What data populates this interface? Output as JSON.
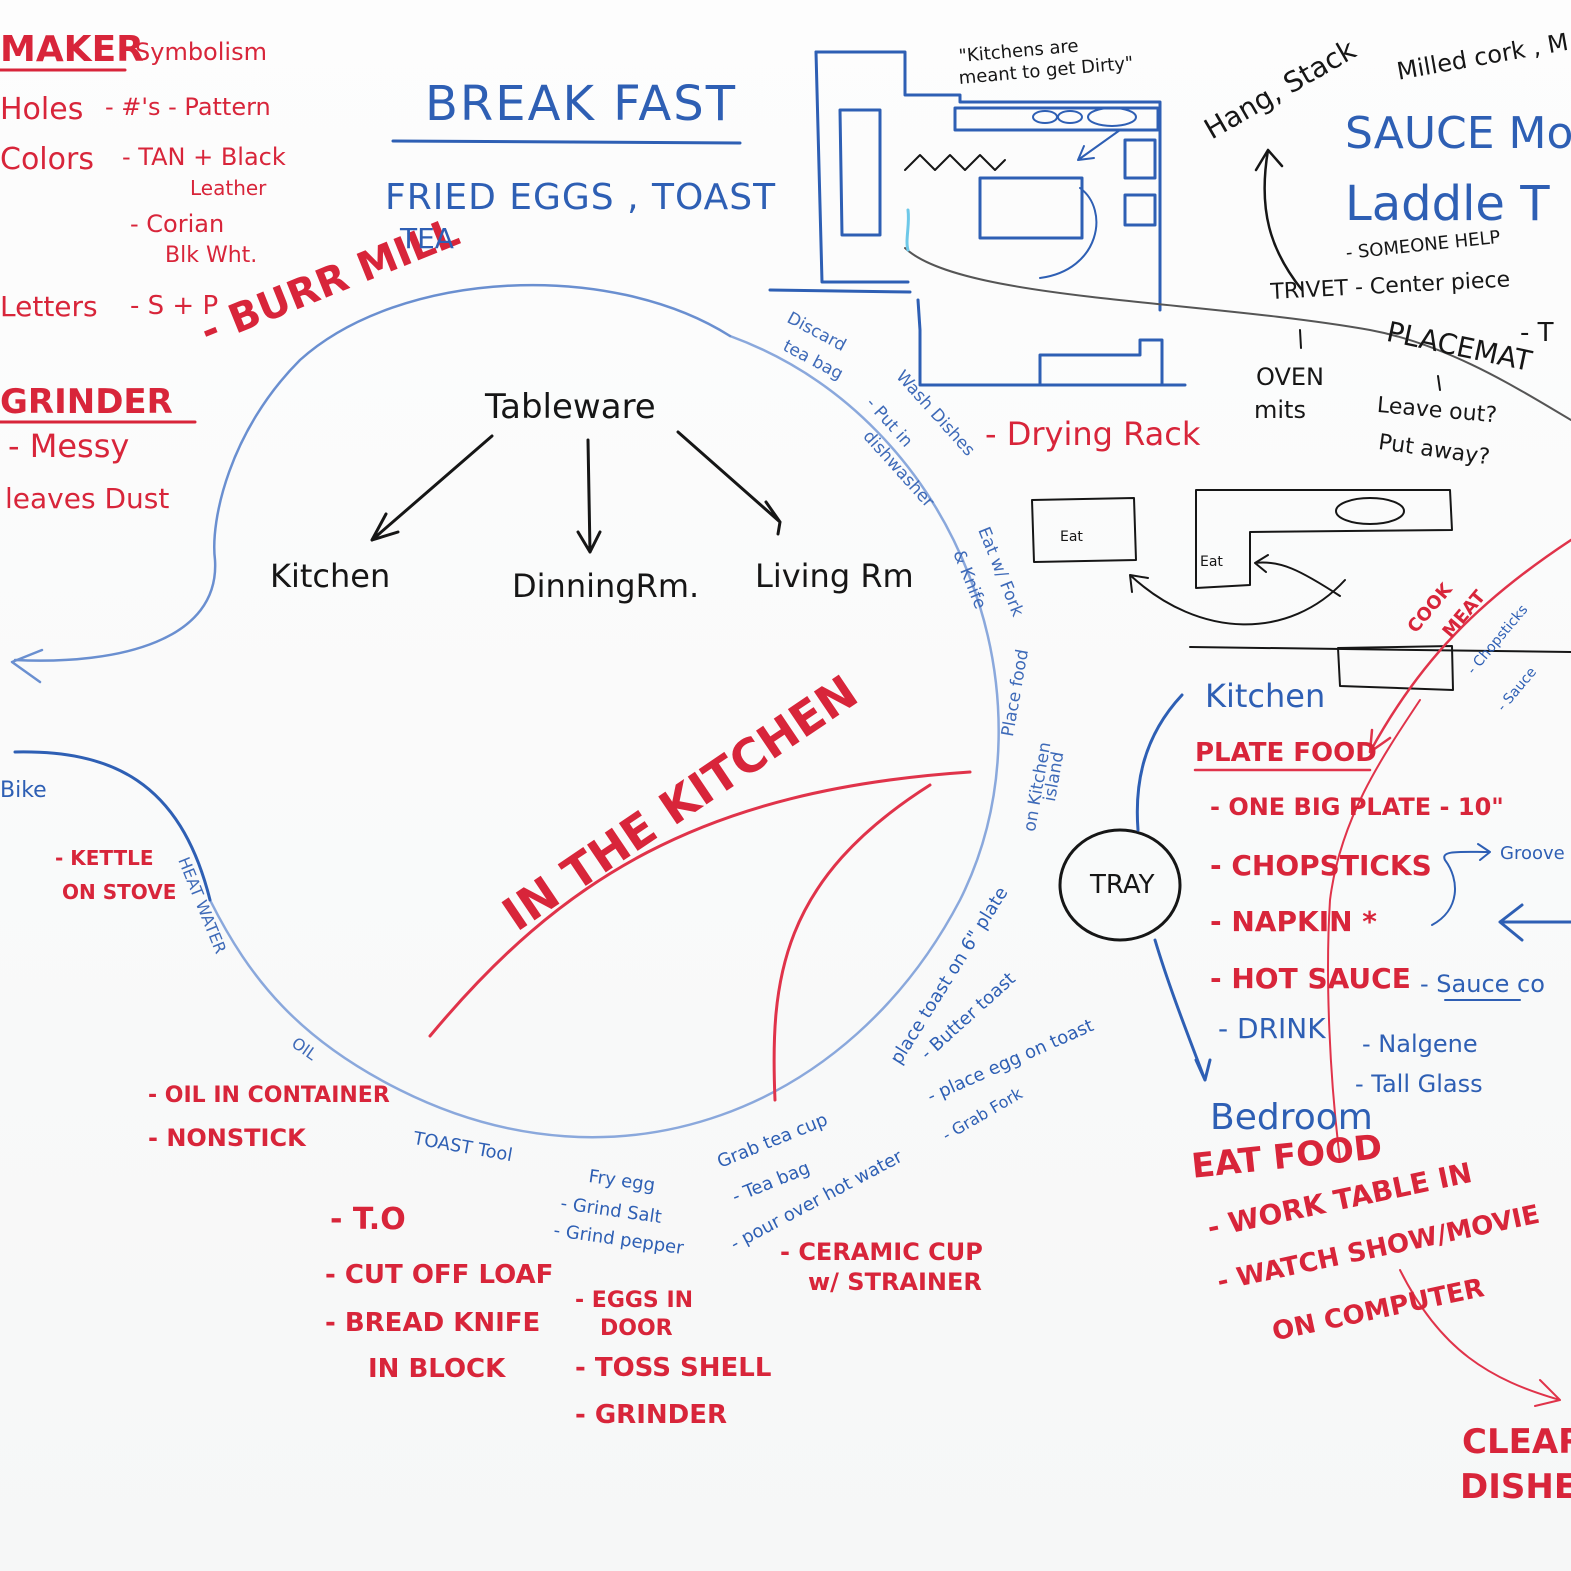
{
  "colors": {
    "red": "#d8253a",
    "blue": "#2e5fb4",
    "light_blue": "#6a8fd0",
    "black": "#161616",
    "board": "#fbfbfb"
  },
  "left": {
    "maker": "MAKER",
    "symbolism": "Symbolism",
    "holes": "Holes",
    "holes_pattern": "- #'s - Pattern",
    "colors_lbl": "Colors",
    "colors_val": "- TAN + Black",
    "leather": "Leather",
    "corian": "- Corian",
    "blk_wht": "Blk Wht.",
    "letters": "Letters",
    "letters_val": "- S + P",
    "grinder": "GRINDER",
    "burr_mill": "- BURR MILL",
    "messy": "- Messy",
    "leaves_dust": "leaves Dust",
    "bike": "Bike",
    "kettle": "- KETTLE",
    "on_stove": "ON STOVE",
    "heat_water": "HEAT WATER",
    "oil": "OIL",
    "oil_container": "- OIL IN CONTAINER",
    "nonstick": "- NONSTICK"
  },
  "top": {
    "breakfast": "BREAK FAST",
    "fried": "FRIED EGGS , TOAST",
    "tea": "TEA"
  },
  "tableware": {
    "root": "Tableware",
    "kitchen": "Kitchen",
    "dining": "DinningRm.",
    "living": "Living Rm"
  },
  "cycle": {
    "in_kitchen": "IN THE KITCHEN",
    "discard": "Discard",
    "tea_bag": "tea bag",
    "wash1": "Wash Dishes",
    "wash2": "- Put in",
    "wash3": "dishwasher",
    "eat": "Eat w/ Fork",
    "knife": "& Knife",
    "place_food": "Place food",
    "on_kitchen": "on Kitchen",
    "island": "island",
    "toast_tool": "TOAST Tool",
    "fry_egg": "Fry egg",
    "salt": "- Grind Salt",
    "pepper": "- Grind pepper",
    "grab_cup": "Grab tea cup",
    "tea_bag2": "- Tea bag",
    "pour": "- pour over hot water",
    "plate1": "place toast on 6\" plate",
    "plate2": "- Butter toast",
    "plate3": "- place egg on toast",
    "plate4": "- Grab Fork"
  },
  "bottom": {
    "to": "- T.O",
    "cut": "- CUT OFF LOAF",
    "knife": "- BREAD KNIFE",
    "block": "IN BLOCK",
    "eggs": "- EGGS IN",
    "door": "DOOR",
    "toss": "- TOSS SHELL",
    "grinder": "- GRINDER",
    "ceramic": "- CERAMIC CUP",
    "strainer": "w/ STRAINER"
  },
  "plan": {
    "quote1": "\"Kitchens are",
    "quote2": "meant to get Dirty\"",
    "eat": "Eat"
  },
  "right": {
    "hang": "Hang, Stack",
    "milled": "Milled cork , M",
    "sauce": "SAUCE Mon",
    "ladle": "Laddle T",
    "someone": "- SOMEONE HELP",
    "trivet": "TRIVET - Center piece",
    "placemat": "PLACEMAT",
    "dash_t": "- T",
    "oven": "OVEN",
    "mits": "mits",
    "leave": "Leave out?",
    "put_away": "Put away?",
    "drying": "- Drying Rack",
    "cook": "COOK",
    "meat": "MEAT",
    "chopsticks": "- Chopsticks",
    "sauce_s": "- Sauce",
    "kitchen": "Kitchen",
    "plate_food": "PLATE FOOD",
    "plate": "- ONE BIG PLATE - 10\"",
    "chop": "- CHOPSTICKS",
    "napkin": "- NAPKIN *",
    "hot_sauce": "- HOT SAUCE",
    "sauce_con": "- Sauce co",
    "drink": "- DRINK",
    "nalgene": "- Nalgene",
    "tall": "- Tall Glass",
    "groove": "Groove",
    "tray": "TRAY",
    "bedroom": "Bedroom",
    "eat_food": "EAT FOOD",
    "work": "- WORK TABLE IN",
    "watch": "- WATCH SHOW/MOVIE",
    "comp": "ON COMPUTER",
    "clear": "CLEAR",
    "dishes": "DISHES"
  }
}
